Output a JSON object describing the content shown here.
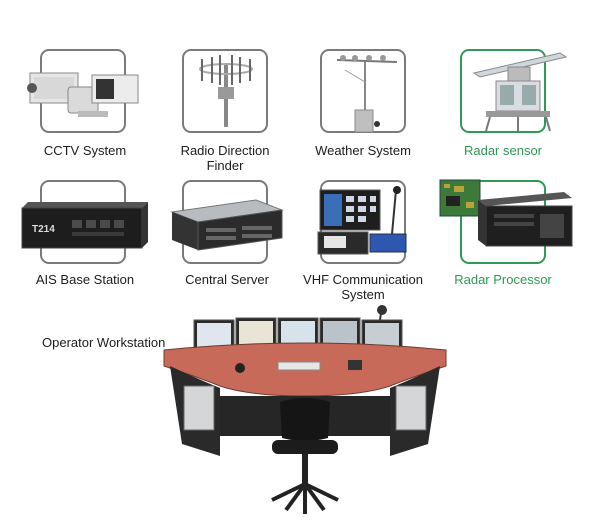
{
  "items": [
    {
      "label_lines": [
        "CCTV System"
      ],
      "icon": "cctv-camera-icon",
      "highlight": false
    },
    {
      "label_lines": [
        "Radio Direction",
        "Finder"
      ],
      "icon": "antenna-array-icon",
      "highlight": false
    },
    {
      "label_lines": [
        "Weather System"
      ],
      "icon": "weather-station-icon",
      "highlight": false
    },
    {
      "label_lines": [
        "Radar sensor"
      ],
      "icon": "radar-antenna-icon",
      "highlight": true
    },
    {
      "label_lines": [
        "AIS Base Station"
      ],
      "icon": "rack-unit-icon",
      "highlight": false
    },
    {
      "label_lines": [
        "Central Server"
      ],
      "icon": "server-icon",
      "highlight": false
    },
    {
      "label_lines": [
        "VHF Communication",
        "System"
      ],
      "icon": "radio-console-icon",
      "highlight": false
    },
    {
      "label_lines": [
        "Radar Processor"
      ],
      "icon": "processor-unit-icon",
      "highlight": true
    }
  ],
  "device_text": {
    "ais_model": "T214"
  },
  "workstation": {
    "label": "Operator Workstation",
    "icon": "operator-console-icon"
  },
  "colors": {
    "card_border": "#7a7a7a",
    "highlight": "#2e9a55",
    "desk_top": "#c86a5a",
    "desk_body": "#2a2a2a"
  }
}
